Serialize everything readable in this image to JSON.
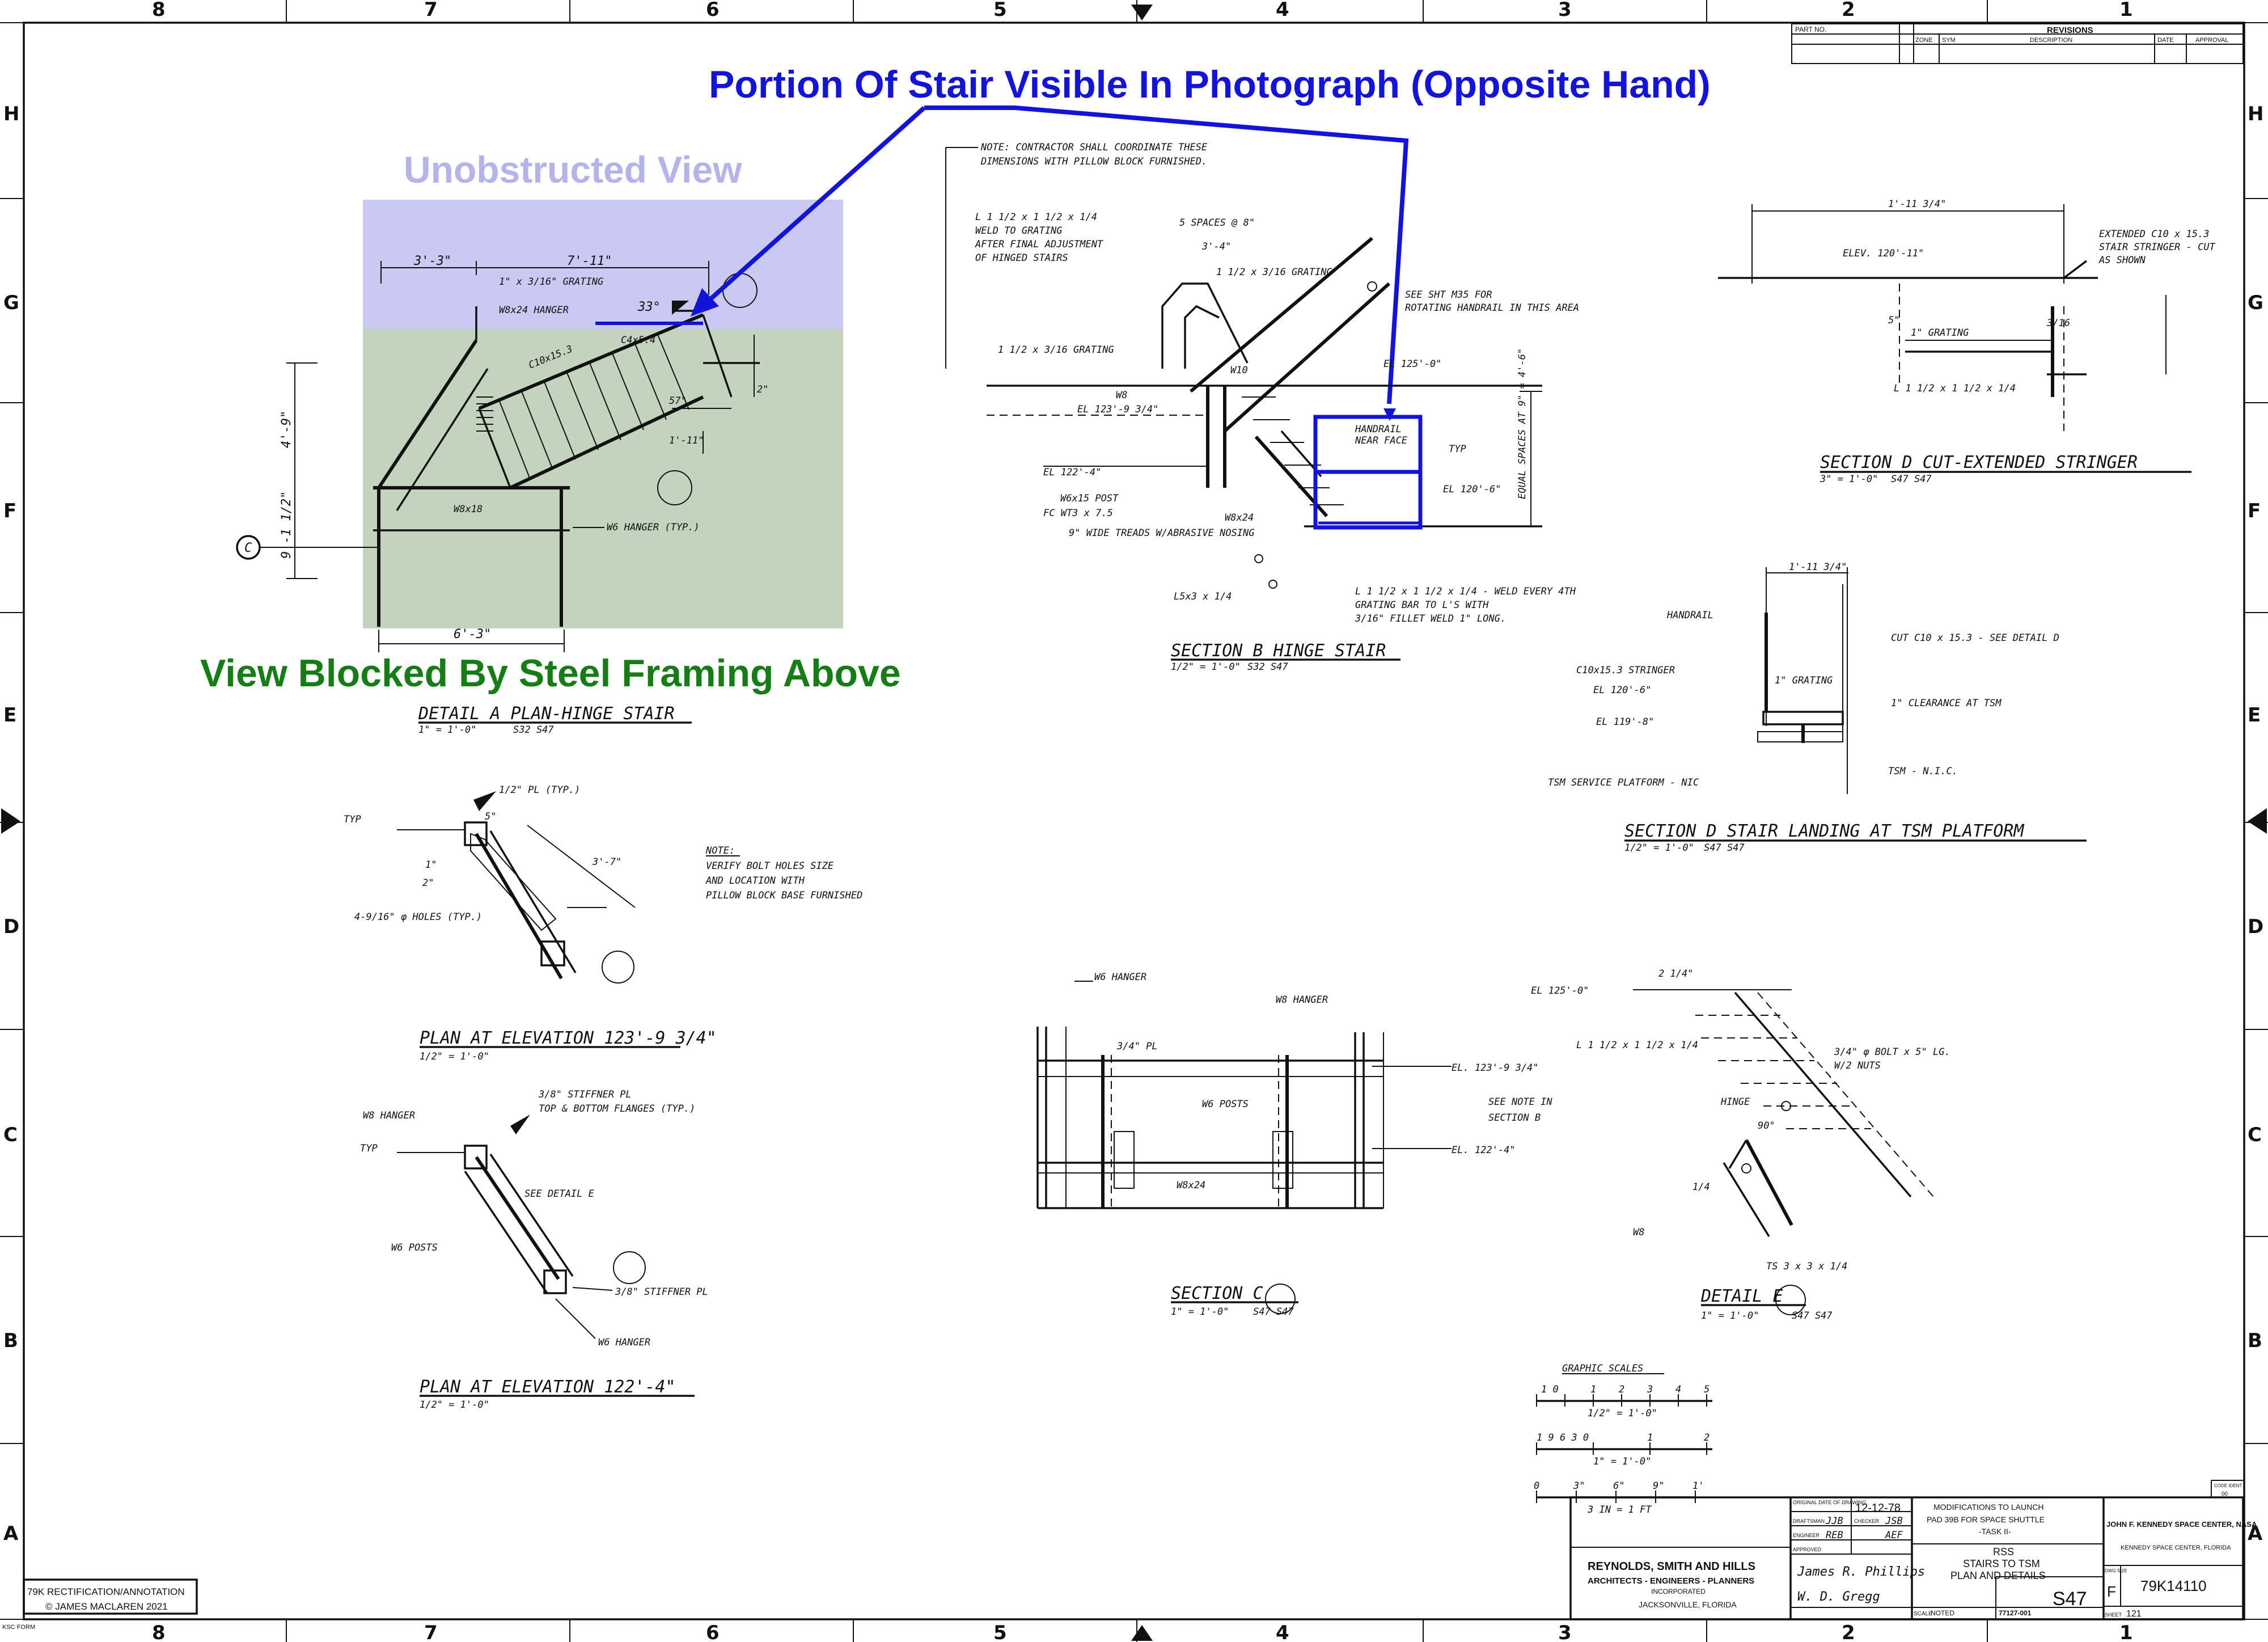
{
  "annotations": {
    "top_title": "Portion Of Stair Visible In Photograph (Opposite Hand)",
    "unobstructed": "Unobstructed View",
    "blocked": "View Blocked By Steel Framing Above",
    "credit_line1": "79K RECTIFICATION/ANNOTATION",
    "credit_line2": "© JAMES MACLAREN 2021",
    "ksc_form": "KSC FORM"
  },
  "grid": {
    "columns": [
      "8",
      "7",
      "6",
      "5",
      "4",
      "3",
      "2",
      "1"
    ],
    "rows": [
      "H",
      "G",
      "F",
      "E",
      "D",
      "C",
      "B",
      "A"
    ]
  },
  "revisions": {
    "title": "REVISIONS",
    "part_no": "PART NO.",
    "headers": [
      "ZONE",
      "SYM",
      "DESCRIPTION",
      "DATE",
      "APPROVAL"
    ]
  },
  "detail_a": {
    "title": "DETAIL A PLAN-HINGE STAIR",
    "scale": "1\" = 1'-0\"",
    "ref": "S32 S47",
    "dims": [
      "3'-3\"",
      "7'-11\"",
      "6'-3\"",
      "4'-9\"",
      "9'-1 1/2\""
    ],
    "labels": [
      "1\" x 3/16\" GRATING",
      "W8x24 HANGER",
      "33°",
      "C10x15.3",
      "C4x5.4",
      "W8x18",
      "W6 HANGER (TYP.)",
      "57°",
      "1'-11\"",
      "2\""
    ],
    "grid_bubble": "C"
  },
  "section_b": {
    "title": "SECTION B HINGE STAIR",
    "scale": "1/2\" = 1'-0\"",
    "ref": "S32 S47",
    "note": "NOTE: CONTRACTOR SHALL COORDINATE THESE DIMENSIONS WITH PILLOW BLOCK FURNISHED.",
    "labels": [
      "L 1 1/2 x 1 1/2 x 1/4 WELD TO GRATING AFTER FINAL ADJUSTMENT OF HINGED STAIRS",
      "5 SPACES @ 8\"",
      "3'-4\"",
      "1 1/2 x 3/16 GRATING",
      "SEE SHT M35 FOR ROTATING HANDRAIL IN THIS AREA",
      "EL 125'-0\"",
      "HANDRAIL NEAR FACE",
      "EL 123'-9 3/4\"",
      "EL 122'-4\"",
      "W6x15 POST",
      "FC WT3 x 7.5",
      "W8x24",
      "9\" WIDE TREADS W/ABRASIVE NOSING",
      "EL 120'-6\"",
      "L5x3 x 1/4",
      "L 1 1/2 x 1 1/2 x 1/4 - WELD EVERY 4TH GRATING BAR TO L'S WITH 3/16\" FILLET WELD 1\" LONG.",
      "EQUAL SPACES AT 9\" = 4'-6\"",
      "W10",
      "W8",
      "TYP"
    ]
  },
  "section_d_cut": {
    "title": "SECTION D CUT-EXTENDED STRINGER",
    "scale": "3\" = 1'-0\"",
    "ref": "S47 S47",
    "labels": [
      "1'-11 3/4\"",
      "ELEV. 120'-11\"",
      "EXTENDED C10 x 15.3 STAIR STRINGER - CUT AS SHOWN",
      "1\" GRATING",
      "L 1 1/2 x 1 1/2 x 1/4",
      "5\"",
      "3/16"
    ]
  },
  "section_d_landing": {
    "title": "SECTION D STAIR LANDING AT TSM PLATFORM",
    "scale": "1/2\" = 1'-0\"",
    "ref": "S47 S47",
    "labels": [
      "HANDRAIL",
      "1'-11 3/4\"",
      "CUT C10 x 15.3 - SEE DETAIL D",
      "C10x15.3 STRINGER",
      "EL 120'-6\"",
      "1\" GRATING",
      "1\" CLEARANCE AT TSM",
      "EL 119'-8\"",
      "TSM SERVICE PLATFORM - NIC",
      "TSM - N.I.C."
    ]
  },
  "plan_1239": {
    "title": "PLAN AT ELEVATION 123'-9 3/4\"",
    "scale": "1/2\" = 1'-0\"",
    "labels": [
      "1/2\" PL (TYP.)",
      "TYP",
      "4-9/16\" φ HOLES (TYP.)",
      "3'-7\"",
      "5\"",
      "1\"",
      "2\""
    ],
    "note": "NOTE: VERIFY BOLT HOLES SIZE AND LOCATION WITH PILLOW BLOCK BASE FURNISHED"
  },
  "plan_1224": {
    "title": "PLAN AT ELEVATION 122'-4\"",
    "scale": "1/2\" = 1'-0\"",
    "labels": [
      "W8 HANGER",
      "3/8\" STIFFENER PL TOP & BOTTOM FLANGES (TYP.)",
      "TYP",
      "SEE DETAIL E",
      "W6 POSTS",
      "3/8\" STIFFNER PL",
      "W6 HANGER"
    ]
  },
  "section_c": {
    "title": "SECTION C",
    "scale": "1\" = 1'-0\"",
    "ref": "S47 S47",
    "labels": [
      "W6 HANGER",
      "W8 HANGER",
      "3/4\" PL",
      "W6 POSTS",
      "W8x24",
      "EL. 123'-9 3/4\"",
      "SEE NOTE IN SECTION B",
      "EL. 122'-4\""
    ]
  },
  "detail_e": {
    "title": "DETAIL E",
    "scale": "1\" = 1'-0\"",
    "ref": "S47 S47",
    "labels": [
      "EL 125'-0\"",
      "2 1/4\"",
      "L 1 1/2 x 1 1/2 x 1/4",
      "3/4\" φ BOLT x 5\" LG. W/2 NUTS",
      "HINGE",
      "90°",
      "W8",
      "TS 3 x 3 x 1/4",
      "1/4"
    ]
  },
  "graphic_scales": {
    "title": "GRAPHIC SCALES",
    "scale1": "1/2\" = 1'-0\"",
    "scale2": "1\" = 1'-0\"",
    "scale3": "3 IN = 1 FT",
    "ticks1": [
      "1 0",
      "1",
      "2",
      "3",
      "4",
      "5"
    ],
    "ticks2": [
      "1 9 6 3 0",
      "1",
      "2"
    ],
    "ticks3": [
      "0",
      "3\"",
      "6\"",
      "9\"",
      "1'"
    ]
  },
  "title_block": {
    "firm_line1": "REYNOLDS, SMITH AND HILLS",
    "firm_line2": "ARCHITECTS - ENGINEERS - PLANNERS",
    "firm_line3": "INCORPORATED",
    "firm_line4": "JACKSONVILLE, FLORIDA",
    "original_date_label": "ORIGINAL DATE OF DRAWING",
    "original_date": "12-12-78",
    "drafted_label": "DRAFTSMAN",
    "drafted": "JJB",
    "checked_label": "CHECKER",
    "checked": "JSB",
    "engineer_label": "ENGINEER",
    "engineer": "REB",
    "engineer_check": "AEF",
    "project_line1": "MODIFICATIONS TO LAUNCH",
    "project_line2": "PAD 39B FOR SPACE SHUTTLE",
    "project_line3": "-TASK II-",
    "subtitle1": "RSS",
    "subtitle2": "STAIRS TO TSM",
    "subtitle3": "PLAN AND DETAILS",
    "center_line1": "JOHN F. KENNEDY SPACE CENTER, NASA",
    "center_line2": "KENNEDY SPACE CENTER, FLORIDA",
    "sheet_no": "S47",
    "drawing_no": "79K14110",
    "size": "F",
    "sheet": "121",
    "scale_label": "SCALE",
    "scale_value": "NOTED",
    "job_no": "77127-001",
    "dwg_size_label": "DWG SIZE",
    "sheet_label": "SHEET",
    "code_label": "CODE IDENT",
    "code_ident": "00",
    "approved_label": "APPROVED",
    "signature1": "James R. Phillips",
    "signature2": "W. D. Gregg"
  },
  "colors": {
    "blue": "#1414d8",
    "lavender": "#c9c9f3",
    "green_overlay": "#c3d3be",
    "green_text": "#167c16"
  }
}
